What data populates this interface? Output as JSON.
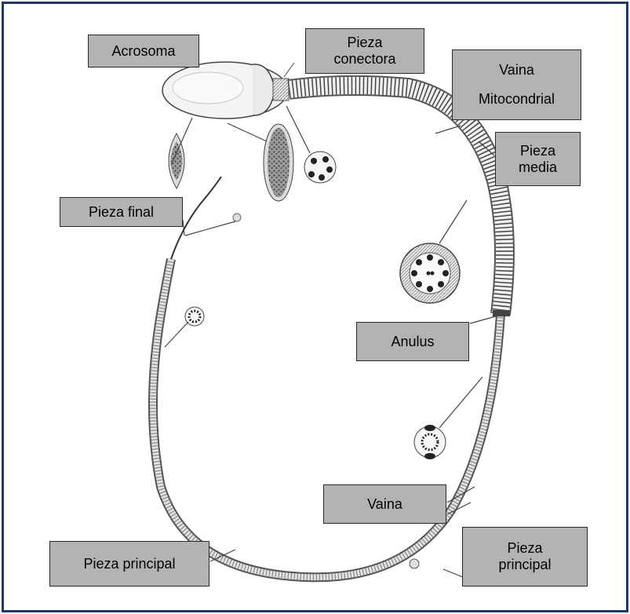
{
  "labels": {
    "acrosoma": "Acrosoma",
    "pieza_conectora": "Pieza\nconectora",
    "vaina_mitocondrial_1": "Vaina",
    "vaina_mitocondrial_2": "Mitocondrial",
    "pieza_media": "Pieza\nmedia",
    "pieza_final": "Pieza final",
    "anulus": "Anulus",
    "vaina": "Vaina",
    "pieza_principal_left": "Pieza principal",
    "pieza_principal_right": "Pieza\nprincipal"
  },
  "colors": {
    "frame_border": "#1f3864",
    "label_fill": "#b3b3b3",
    "ink": "#333333"
  }
}
